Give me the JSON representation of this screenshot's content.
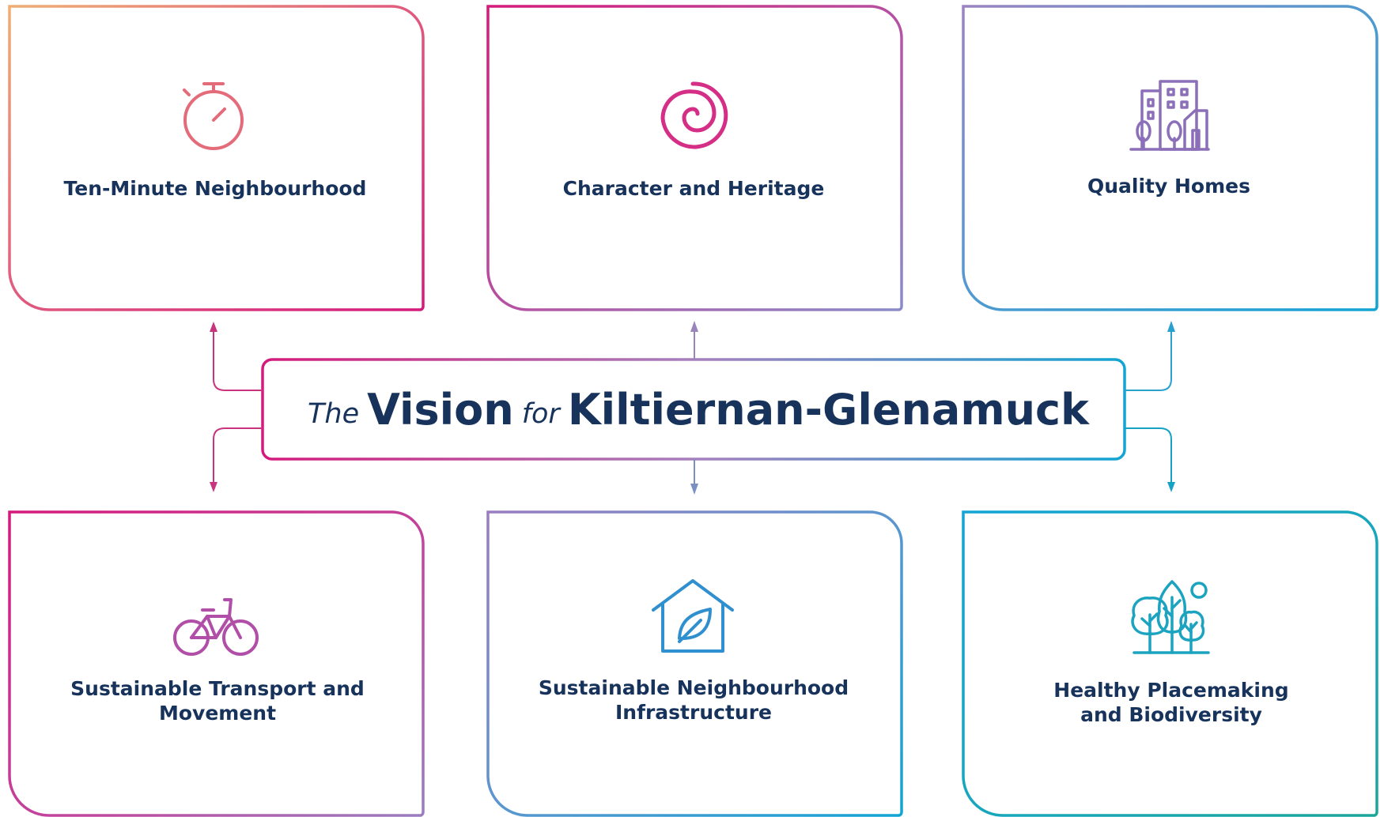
{
  "center": {
    "the": "The",
    "vision": "Vision",
    "for": "for",
    "place": "Kiltiernan-Glenamuck"
  },
  "pillars": [
    {
      "label": "Ten-Minute Neighbourhood",
      "icon": "stopwatch-icon",
      "color": "#e36b7a"
    },
    {
      "label": "Character and Heritage",
      "icon": "spiral-icon",
      "color": "#d42e86"
    },
    {
      "label": "Quality Homes",
      "icon": "buildings-icon",
      "color": "#8b6fb8"
    },
    {
      "label": "Sustainable Transport and\nMovement",
      "icon": "bicycle-icon",
      "color": "#b14ea8"
    },
    {
      "label": "Sustainable Neighbourhood\nInfrastructure",
      "icon": "eco-house-icon",
      "color": "#2f8fcf"
    },
    {
      "label": "Healthy Placemaking\nand Biodiversity",
      "icon": "trees-icon",
      "color": "#1ba3bf"
    }
  ],
  "colors": {
    "text": "#17335c",
    "orange": "#eba06e",
    "magenta": "#d41a7c",
    "purple": "#8f7fbf",
    "blue": "#1aa2d0",
    "teal": "#1ba5a0"
  }
}
